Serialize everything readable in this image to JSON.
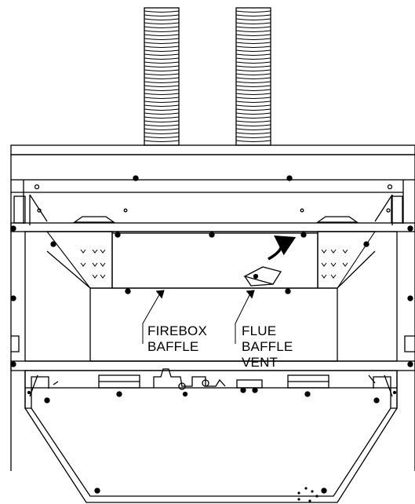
{
  "labels": {
    "firebox_baffle": {
      "line1": "FIREBOX",
      "line2": "BAFFLE"
    },
    "flue_baffle_vent": {
      "line1": "FLUE",
      "line2": "BAFFLE",
      "line3": "VENT"
    }
  },
  "colors": {
    "line": "#000000",
    "background": "#ffffff"
  }
}
